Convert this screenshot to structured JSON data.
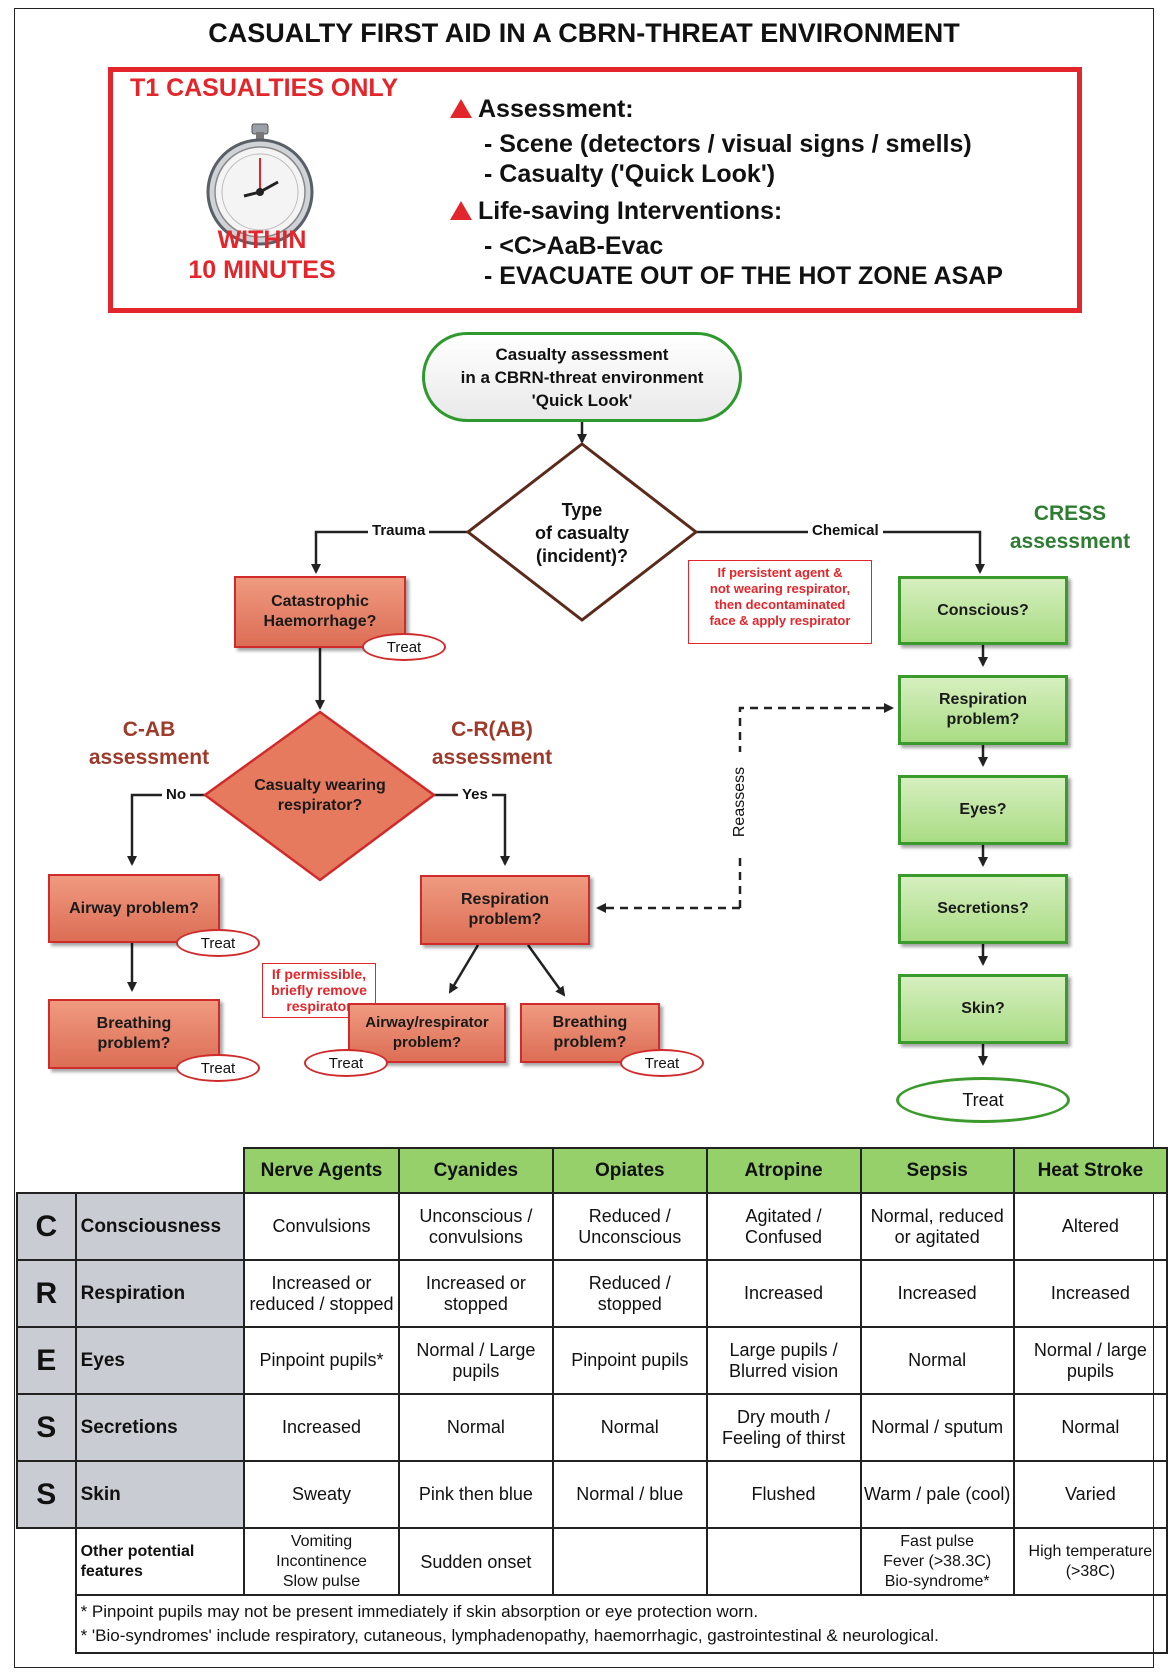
{
  "title": "CASUALTY FIRST AID IN A CBRN-THREAT ENVIRONMENT",
  "summary": {
    "t1_label": "T1 CASUALTIES ONLY",
    "within_line1": "WITHIN",
    "within_line2": "10 MINUTES",
    "assessment_header": "Assessment:",
    "assessment_items": [
      "- Scene (detectors / visual signs / smells)",
      "- Casualty ('Quick Look')"
    ],
    "interventions_header": "Life-saving Interventions:",
    "intervention_items": [
      "- <C>AaB-Evac",
      "- EVACUATE OUT OF THE HOT ZONE ASAP"
    ]
  },
  "flow": {
    "start": [
      "Casualty assessment",
      "in a CBRN-threat environment",
      "'Quick Look'"
    ],
    "type_decision": [
      "Type",
      "of casualty",
      "(incident)?"
    ],
    "trauma_label": "Trauma",
    "chemical_label": "Chemical",
    "cress_title": [
      "CRESS",
      "assessment"
    ],
    "chem_note": [
      "If persistent agent &",
      "not wearing respirator,",
      "then decontaminated",
      "face & apply respirator"
    ],
    "catastrophic": [
      "Catastrophic",
      "Haemorrhage?"
    ],
    "treat": "Treat",
    "cab_title": [
      "C-AB",
      "assessment"
    ],
    "crab_title": [
      "C-R(AB)",
      "assessment"
    ],
    "respirator_decision": [
      "Casualty wearing",
      "respirator?"
    ],
    "no_label": "No",
    "yes_label": "Yes",
    "airway": "Airway problem?",
    "breathing": [
      "Breathing",
      "problem?"
    ],
    "respiration_left": [
      "Respiration",
      "problem?"
    ],
    "permissible_note": [
      "If permissible,",
      "briefly remove",
      "respirator"
    ],
    "airway_respirator": [
      "Airway/respirator",
      "problem?"
    ],
    "breathing_right": [
      "Breathing",
      "problem?"
    ],
    "reassess": "Reassess",
    "cress_steps": {
      "conscious": "Conscious?",
      "respiration": [
        "Respiration",
        "problem?"
      ],
      "eyes": "Eyes?",
      "secretions": "Secretions?",
      "skin": "Skin?"
    },
    "final_treat": "Treat"
  },
  "table": {
    "columns": [
      "Nerve Agents",
      "Cyanides",
      "Opiates",
      "Atropine",
      "Sepsis",
      "Heat Stroke"
    ],
    "rows": [
      {
        "letter": "C",
        "name": "Consciousness",
        "cells": [
          "Convulsions",
          "Unconscious / convulsions",
          "Reduced / Unconscious",
          "Agitated / Confused",
          "Normal, reduced or agitated",
          "Altered"
        ]
      },
      {
        "letter": "R",
        "name": "Respiration",
        "cells": [
          "Increased or reduced / stopped",
          "Increased or stopped",
          "Reduced / stopped",
          "Increased",
          "Increased",
          "Increased"
        ]
      },
      {
        "letter": "E",
        "name": "Eyes",
        "cells": [
          "Pinpoint pupils*",
          "Normal / Large pupils",
          "Pinpoint pupils",
          "Large pupils / Blurred vision",
          "Normal",
          "Normal / large pupils"
        ]
      },
      {
        "letter": "S",
        "name": "Secretions",
        "cells": [
          "Increased",
          "Normal",
          "Normal",
          "Dry mouth / Feeling of thirst",
          "Normal / sputum",
          "Normal"
        ]
      },
      {
        "letter": "S",
        "name": "Skin",
        "cells": [
          "Sweaty",
          "Pink then blue",
          "Normal / blue",
          "Flushed",
          "Warm / pale (cool)",
          "Varied"
        ]
      }
    ],
    "other": {
      "name": "Other potential features",
      "cells": [
        [
          "Vomiting",
          "Incontinence",
          "Slow pulse"
        ],
        [
          "Sudden onset"
        ],
        [],
        [],
        [
          "Fast pulse",
          "Fever (>38.3C)",
          "Bio-syndrome*"
        ],
        [
          "High temperature",
          "(>38C)"
        ]
      ]
    },
    "footnotes": [
      "* Pinpoint pupils may not be present immediately if skin absorption or eye protection worn.",
      "* 'Bio-syndromes' include respiratory, cutaneous, lymphadenopathy, haemorrhagic, gastrointestinal & neurological."
    ]
  }
}
